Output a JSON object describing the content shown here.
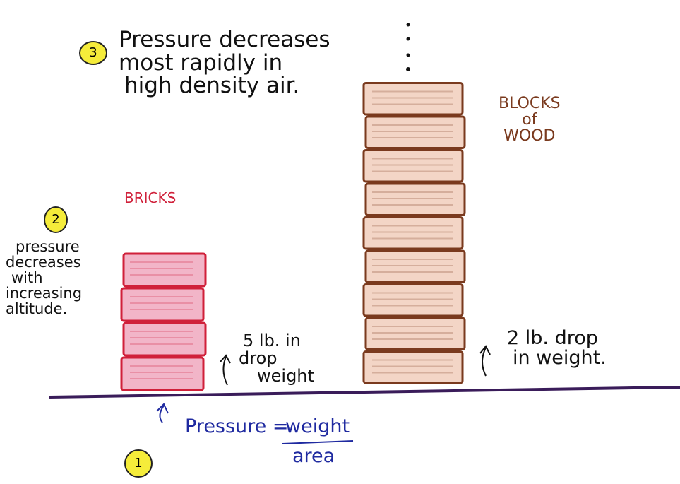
{
  "note3": {
    "number": "3",
    "text": [
      "Pressure decreases",
      "most rapidly in",
      "high density air."
    ]
  },
  "note2": {
    "number": "2",
    "text": [
      "pressure",
      "decreases",
      "with",
      "increasing",
      "altitude."
    ]
  },
  "bricks": {
    "label": "BRICKS",
    "count": 4,
    "color": "#d0203a",
    "fill": "#f2b5c8",
    "drop_label": [
      "5 lb. in",
      "drop",
      "weight"
    ]
  },
  "wood": {
    "label": [
      "BLOCKS",
      "of",
      "WOOD"
    ],
    "count": 9,
    "color": "#7a3a1e",
    "fill": "#f3d5c6",
    "drop_label": [
      "2 lb. drop",
      "in weight."
    ]
  },
  "formula": {
    "number": "1",
    "lhs": "Pressure =",
    "numerator": "weight",
    "denominator": "area",
    "color": "#1f2aa0"
  },
  "colors": {
    "ground": "#3a1c5a",
    "highlight": "#f5ec3a"
  }
}
